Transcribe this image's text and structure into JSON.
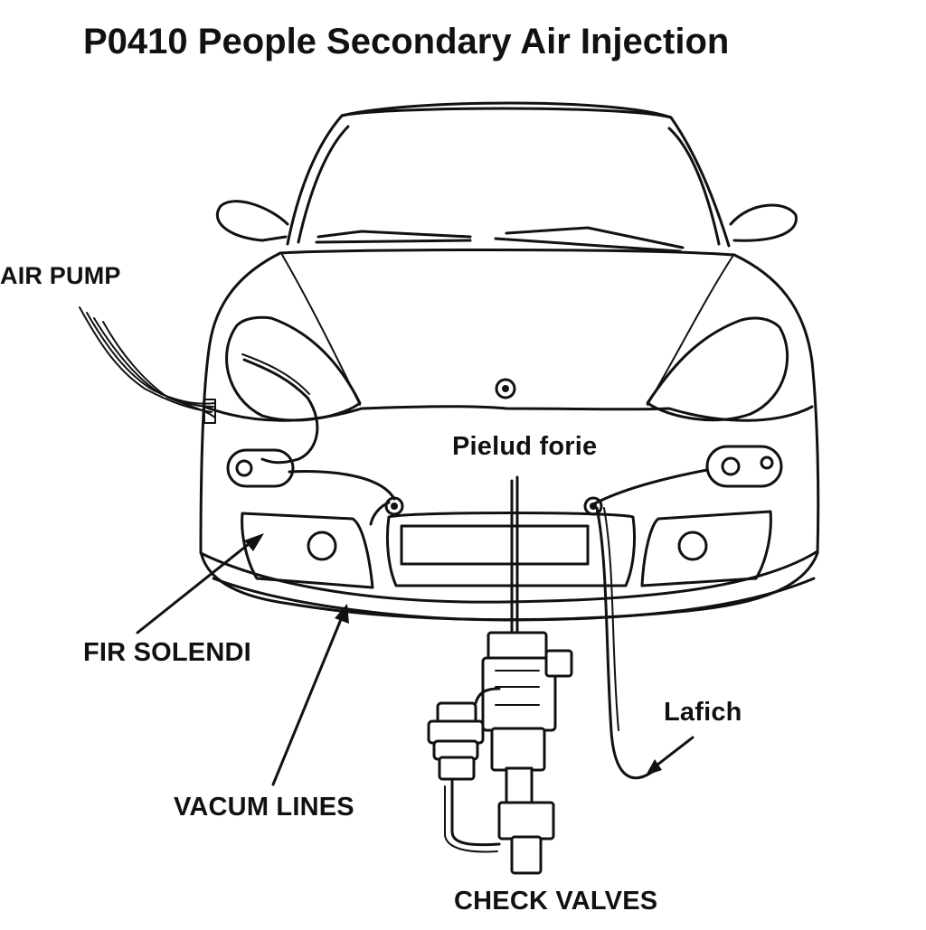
{
  "title": "P0410 People Secondary Air Injection",
  "labels": {
    "air_pump": "AIR PUMP",
    "pielud_forie": "Pielud forie",
    "fir_solendi": "FIR SOLENDI",
    "lafich": "Lafich",
    "vacum_lines": "VACUM LINES",
    "check_valves": "CHECK VALVES"
  }
}
